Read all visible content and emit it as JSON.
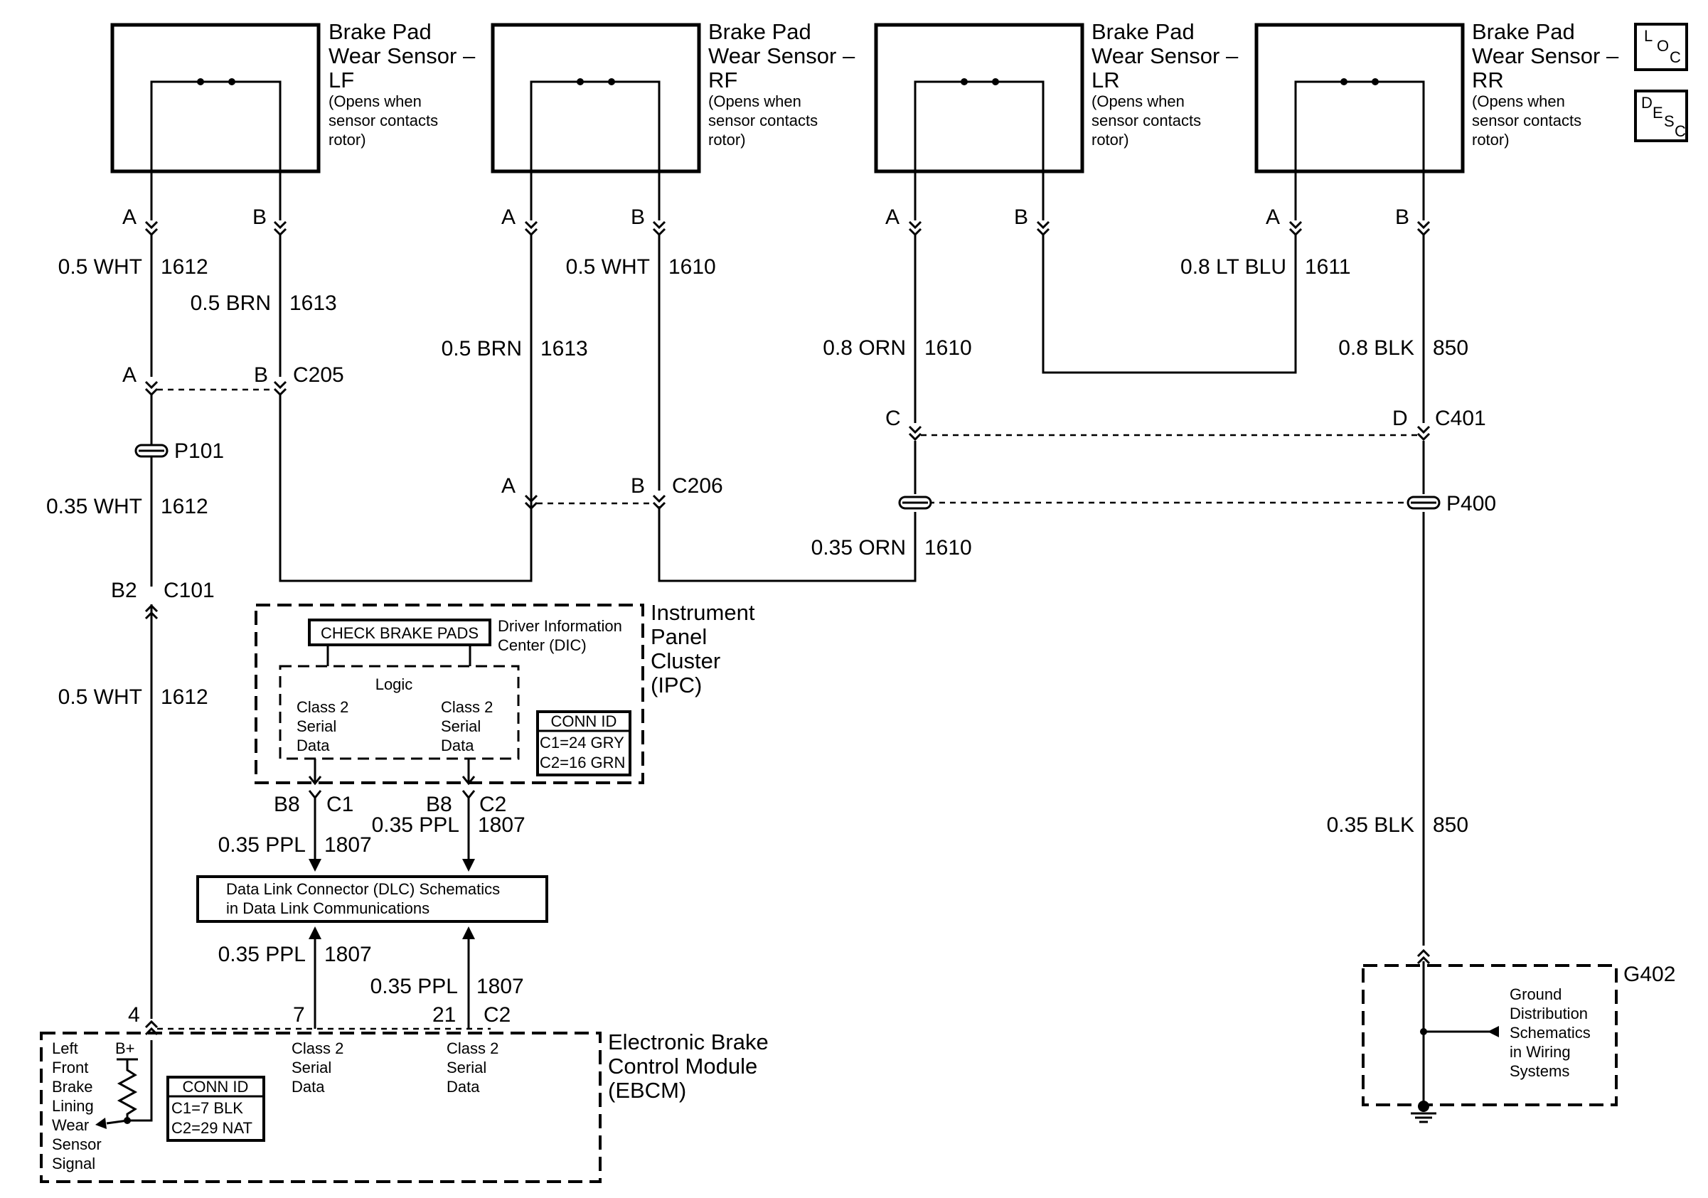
{
  "sensors": [
    {
      "title": "Brake Pad",
      "title2": "Wear Sensor –",
      "pos": "LF",
      "note": [
        "(Opens when",
        "sensor contacts",
        "rotor)"
      ]
    },
    {
      "title": "Brake Pad",
      "title2": "Wear Sensor –",
      "pos": "RF",
      "note": [
        "(Opens when",
        "sensor contacts",
        "rotor)"
      ]
    },
    {
      "title": "Brake Pad",
      "title2": "Wear Sensor –",
      "pos": "LR",
      "note": [
        "(Opens when",
        "sensor contacts",
        "rotor)"
      ]
    },
    {
      "title": "Brake Pad",
      "title2": "Wear Sensor –",
      "pos": "RR",
      "note": [
        "(Opens when",
        "sensor contacts",
        "rotor)"
      ]
    }
  ],
  "loc_icon": {
    "letters": [
      "L",
      "O",
      "C"
    ],
    "icon": "location-icon"
  },
  "desc_icon": {
    "letters": [
      "D",
      "E",
      "S",
      "C"
    ],
    "icon": "description-icon"
  },
  "pins": {
    "lf_a": "A",
    "lf_b": "B",
    "rf_a": "A",
    "rf_b": "B",
    "lr_a": "A",
    "lr_b": "B",
    "rr_a": "A",
    "rr_b": "B",
    "c205_a": "A",
    "c205_b": "B",
    "c206_a": "A",
    "c206_b": "B",
    "c401_c": "C",
    "c401_d": "D",
    "c101_b2": "B2",
    "ipc_c1": "B8",
    "ipc_c2": "B8",
    "ebcm_4": "4",
    "ebcm_7": "7",
    "ebcm_21": "21"
  },
  "connectors": {
    "c205": "C205",
    "c206": "C206",
    "c401": "C401",
    "c101": "C101",
    "p101": "P101",
    "p400": "P400",
    "ipc_c1": "C1",
    "ipc_c2": "C2",
    "ebcm_c2": "C2",
    "g402": "G402"
  },
  "wires": {
    "lf_a_top": {
      "size": "0.5 WHT",
      "circuit": "1612"
    },
    "lf_b_top": {
      "size": "0.5 BRN",
      "circuit": "1613"
    },
    "rf_a_top": {
      "size": "0.5 WHT",
      "circuit": "1610"
    },
    "rf_a_mid": {
      "size": "0.5 BRN",
      "circuit": "1613"
    },
    "rr_a_top": {
      "size": "0.8 LT BLU",
      "circuit": "1611"
    },
    "lr_a_top": {
      "size": "0.8 ORN",
      "circuit": "1610"
    },
    "rr_b_top": {
      "size": "0.8 BLK",
      "circuit": "850"
    },
    "lf_p101": {
      "size": "0.35 WHT",
      "circuit": "1612"
    },
    "orn_p400": {
      "size": "0.35 ORN",
      "circuit": "1610"
    },
    "lf_c101": {
      "size": "0.5 WHT",
      "circuit": "1612"
    },
    "ipc_c1": {
      "size": "0.35 PPL",
      "circuit": "1807"
    },
    "ipc_c2": {
      "size": "0.35 PPL",
      "circuit": "1807"
    },
    "ebcm_7": {
      "size": "0.35 PPL",
      "circuit": "1807"
    },
    "ebcm_21": {
      "size": "0.35 PPL",
      "circuit": "1807"
    },
    "gnd": {
      "size": "0.35 BLK",
      "circuit": "850"
    }
  },
  "ipc": {
    "name": [
      "Instrument",
      "Panel",
      "Cluster",
      "(IPC)"
    ],
    "lamp": "CHECK BRAKE PADS",
    "dic": [
      "Driver Information",
      "Center (DIC)"
    ],
    "logic": "Logic",
    "serial_left": [
      "Class 2",
      "Serial",
      "Data"
    ],
    "serial_right": [
      "Class 2",
      "Serial",
      "Data"
    ],
    "conn_title": "CONN ID",
    "conn_c1": "C1=24 GRY",
    "conn_c2": "C2=16 GRN"
  },
  "dlc": [
    "Data Link Connector (DLC) Schematics",
    "in Data Link Communications"
  ],
  "ebcm": {
    "name": [
      "Electronic Brake",
      "Control Module",
      "(EBCM)"
    ],
    "signal": [
      "Left",
      "Front",
      "Brake",
      "Lining",
      "Wear",
      "Sensor",
      "Signal"
    ],
    "bplus": "B+",
    "serial_7": [
      "Class 2",
      "Serial",
      "Data"
    ],
    "serial_21": [
      "Class 2",
      "Serial",
      "Data"
    ],
    "conn_title": "CONN ID",
    "conn_c1": "C1=7 BLK",
    "conn_c2": "C2=29 NAT"
  },
  "ground": {
    "text": [
      "Ground",
      "Distribution",
      "Schematics",
      "in Wiring",
      "Systems"
    ]
  }
}
